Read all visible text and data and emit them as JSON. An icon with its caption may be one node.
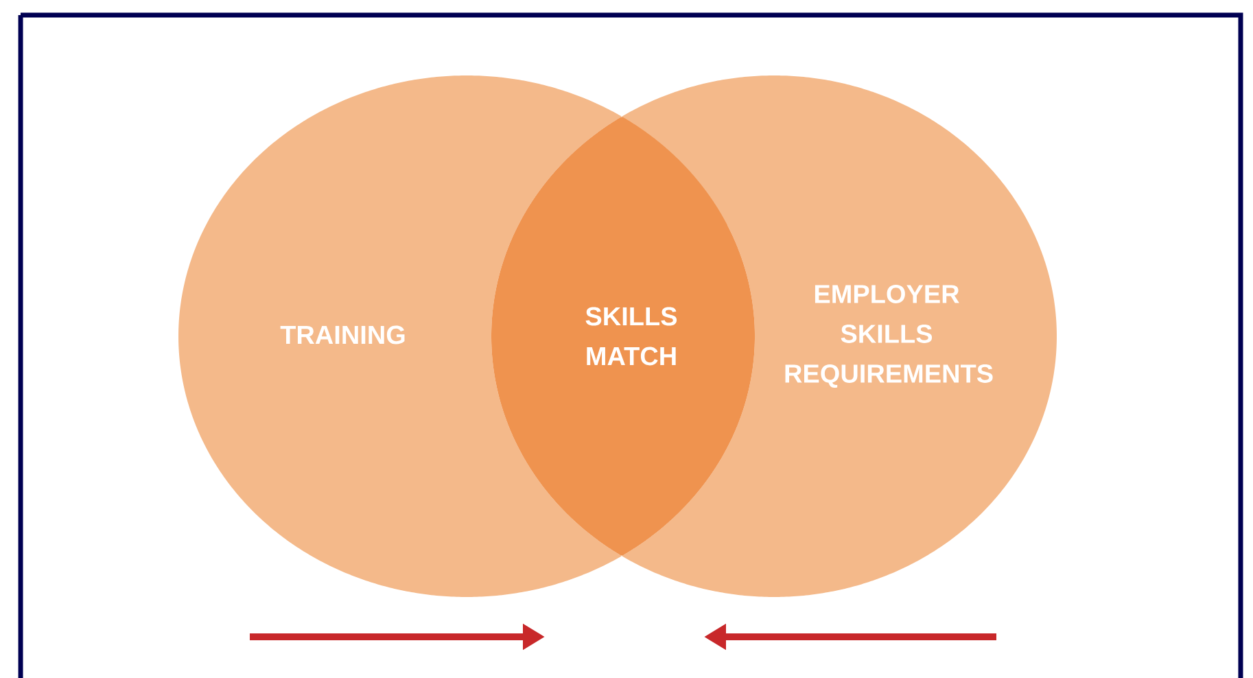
{
  "diagram": {
    "nodes": [
      {
        "text": [
          "TRAINING"
        ]
      },
      {
        "text": [
          "SKILLS MATCH"
        ]
      },
      {
        "text": [
          "EMPLOYER SKILLS REQUIREMENTS"
        ]
      }
    ]
  }
}
